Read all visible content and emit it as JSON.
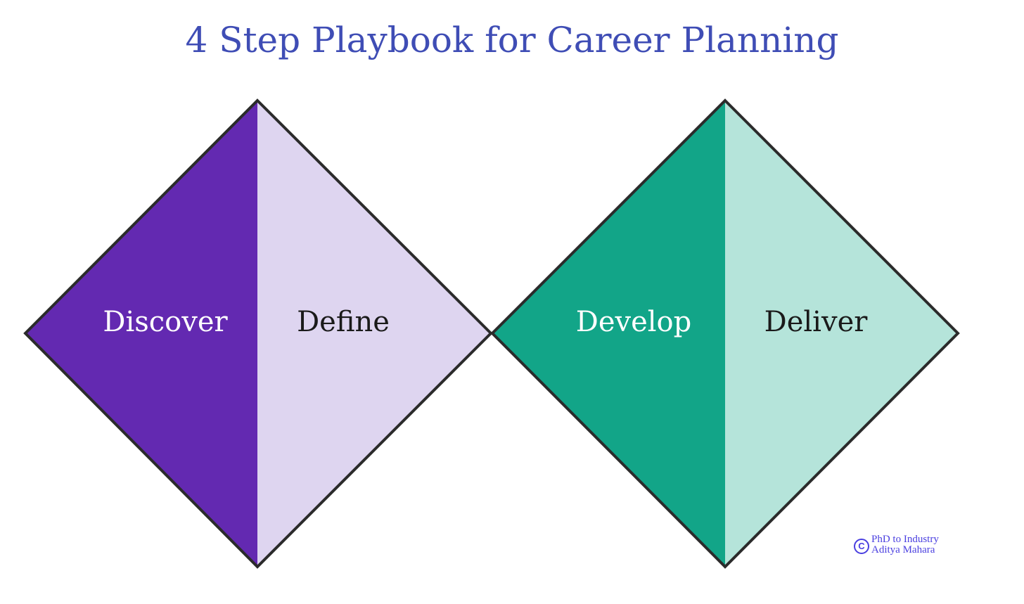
{
  "title": "4 Step Playbook for Career Planning",
  "colors": {
    "title": "#3F4DB5",
    "discover": "#6329B1",
    "define": "#DED5F0",
    "develop": "#12A588",
    "deliver": "#B5E4DA",
    "outline": "#2B2B2B",
    "credit": "#4A3FE0"
  },
  "diamonds": [
    {
      "name": "first-diamond",
      "halves": [
        {
          "step": 1,
          "label": "Discover",
          "fill": "#6329B1",
          "text_color": "#FFFFFF"
        },
        {
          "step": 2,
          "label": "Define",
          "fill": "#DED5F0",
          "text_color": "#1A1A1A"
        }
      ]
    },
    {
      "name": "second-diamond",
      "halves": [
        {
          "step": 3,
          "label": "Develop",
          "fill": "#12A588",
          "text_color": "#FFFFFF"
        },
        {
          "step": 4,
          "label": "Deliver",
          "fill": "#B5E4DA",
          "text_color": "#1A1A1A"
        }
      ]
    }
  ],
  "credit": {
    "icon": "copyright-icon",
    "symbol": "C",
    "line1": "PhD to Industry",
    "line2": "Aditya Mahara"
  }
}
